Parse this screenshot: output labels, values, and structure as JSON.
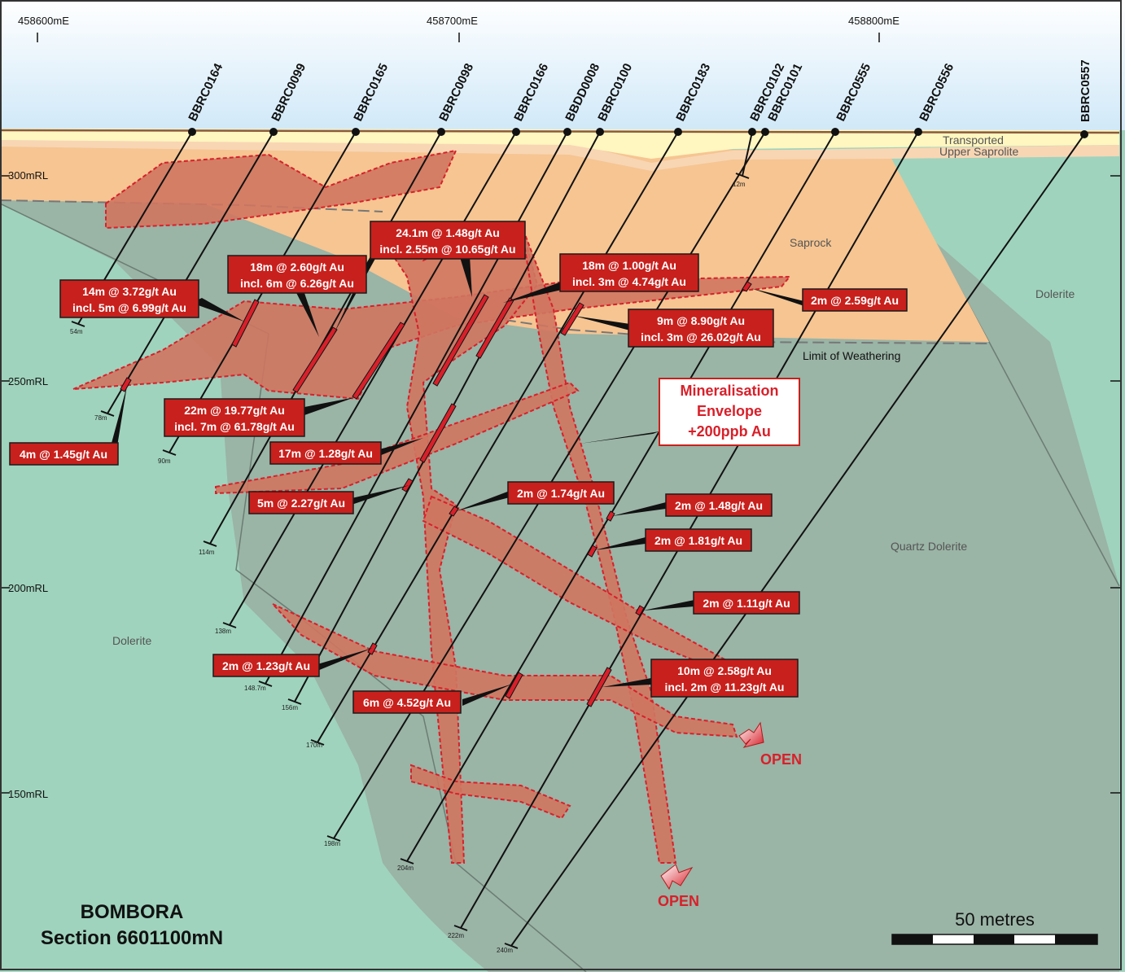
{
  "easting_labels": [
    "458600mE",
    "458700mE",
    "458800mE"
  ],
  "rl_labels": [
    "300mRL",
    "250mRL",
    "200mRL",
    "150mRL"
  ],
  "layers": {
    "transported": "Transported",
    "upper_saprolite": "Upper Saprolite",
    "saprock": "Saprock",
    "limit_of_weathering": "Limit of Weathering",
    "dolerite_right": "Dolerite",
    "dolerite_left": "Dolerite",
    "quartz_dolerite": "Quartz Dolerite"
  },
  "drillholes": [
    {
      "name": "BBRC0164",
      "depth": "54m"
    },
    {
      "name": "BBRC0099",
      "depth": "78m"
    },
    {
      "name": "BBRC0165",
      "depth": "90m"
    },
    {
      "name": "BBRC0098",
      "depth": "114m"
    },
    {
      "name": "BBRC0166",
      "depth": "138m"
    },
    {
      "name": "BBDD0008",
      "depth": "148.7m"
    },
    {
      "name": "BBRC0100",
      "depth": "156m"
    },
    {
      "name": "BBRC0183",
      "depth": "170m"
    },
    {
      "name": "BBRC0102",
      "depth": "12m"
    },
    {
      "name": "BBRC0101",
      "depth": "198m"
    },
    {
      "name": "BBRC0555",
      "depth": "204m"
    },
    {
      "name": "BBRC0556",
      "depth": "222m"
    },
    {
      "name": "BBRC0557",
      "depth": "240m"
    }
  ],
  "intercepts": [
    {
      "line1": "14m @ 3.72g/t Au",
      "line2": "incl. 5m @ 6.99g/t Au"
    },
    {
      "line1": "18m @ 2.60g/t Au",
      "line2": "incl. 6m @ 6.26g/t Au"
    },
    {
      "line1": "24.1m @ 1.48g/t Au",
      "line2": "incl. 2.55m @ 10.65g/t Au"
    },
    {
      "line1": "18m @ 1.00g/t Au",
      "line2": "incl. 3m @ 4.74g/t Au"
    },
    {
      "line1": "2m @ 2.59g/t Au",
      "line2": ""
    },
    {
      "line1": "9m @ 8.90g/t Au",
      "line2": "incl. 3m @ 26.02g/t Au"
    },
    {
      "line1": "22m @ 19.77g/t Au",
      "line2": "incl. 7m @ 61.78g/t Au"
    },
    {
      "line1": "4m @ 1.45g/t Au",
      "line2": ""
    },
    {
      "line1": "17m @ 1.28g/t Au",
      "line2": ""
    },
    {
      "line1": "5m @ 2.27g/t Au",
      "line2": ""
    },
    {
      "line1": "2m @ 1.74g/t Au",
      "line2": ""
    },
    {
      "line1": "2m @ 1.48g/t Au",
      "line2": ""
    },
    {
      "line1": "2m @ 1.81g/t Au",
      "line2": ""
    },
    {
      "line1": "2m @ 1.11g/t Au",
      "line2": ""
    },
    {
      "line1": "2m @ 1.23g/t Au",
      "line2": ""
    },
    {
      "line1": "10m @ 2.58g/t Au",
      "line2": "incl. 2m @ 11.23g/t Au"
    },
    {
      "line1": "6m @ 4.52g/t Au",
      "line2": ""
    }
  ],
  "envelope_label": [
    "Mineralisation",
    "Envelope",
    "+200ppb Au"
  ],
  "open_labels": [
    "OPEN",
    "OPEN"
  ],
  "title": {
    "line1": "BOMBORA",
    "line2": "Section  6601100mN"
  },
  "scale_label": "50 metres",
  "colors": {
    "dolerite": "#9fd3bd",
    "quartz_dolerite": "#9ab4a6",
    "saprock": "#f6c592",
    "transported": "#fff6c0",
    "upper_saprolite": "#f8d6b4",
    "mineralisation": "#cf7560",
    "intercept_box": "#c8201c",
    "sky": "#d6ecfa"
  }
}
